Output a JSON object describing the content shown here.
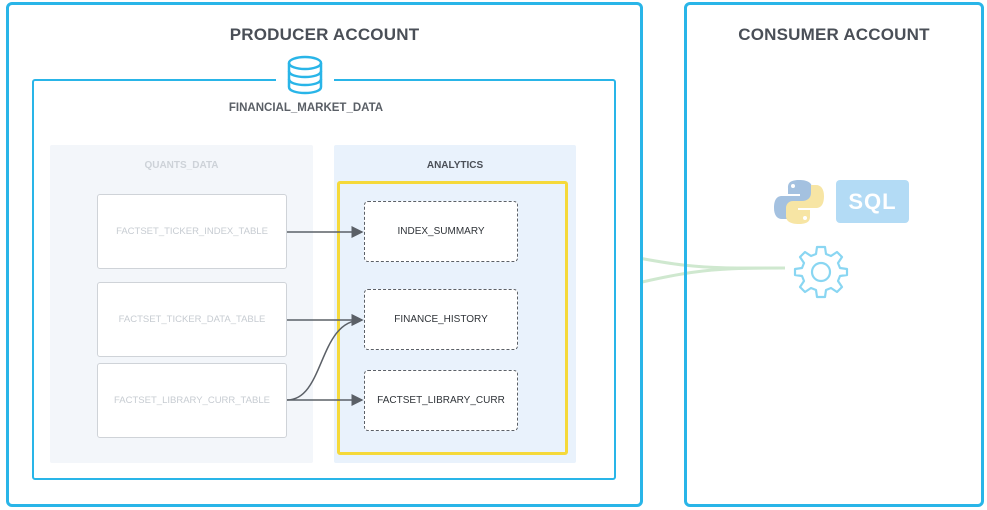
{
  "producer": {
    "title": "PRODUCER ACCOUNT",
    "database": {
      "icon": "database-icon",
      "name": "FINANCIAL_MARKET_DATA",
      "schemas": [
        {
          "name": "QUANTS_DATA",
          "tables": [
            "FACTSET_TICKER_INDEX_TABLE",
            "FACTSET_TICKER_DATA_TABLE",
            "FACTSET_LIBRARY_CURR_TABLE"
          ]
        },
        {
          "name": "ANALYTICS",
          "views": [
            "INDEX_SUMMARY",
            "FINANCE_HISTORY",
            "FACTSET_LIBRARY_CURR"
          ]
        }
      ]
    }
  },
  "consumer": {
    "title": "CONSUMER ACCOUNT",
    "icons": [
      "python-icon",
      "gear-icon"
    ],
    "sql_badge": "SQL"
  },
  "colors": {
    "accent": "#29b5e8",
    "highlight": "#f5d93a",
    "share_lines": "#cfe8cf"
  }
}
